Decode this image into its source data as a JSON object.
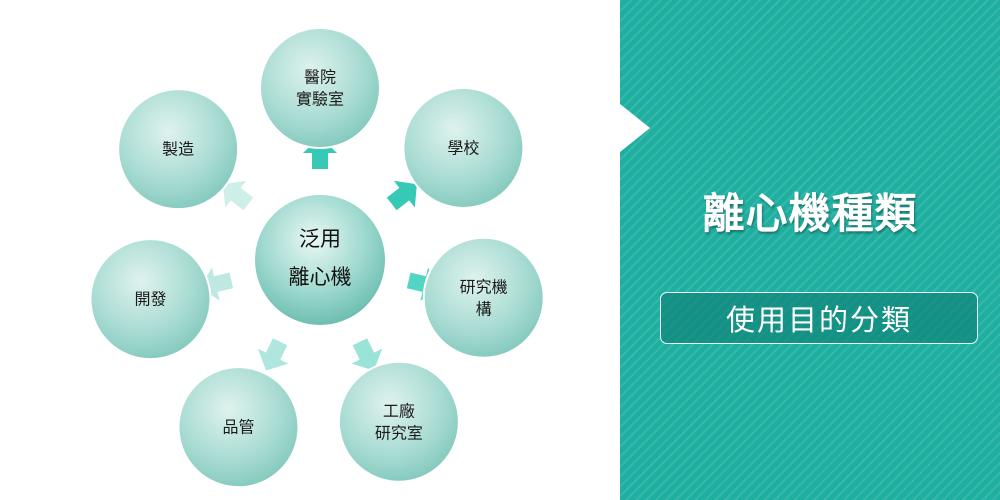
{
  "diagram": {
    "center": {
      "lines": [
        "泛用",
        "離心機"
      ]
    },
    "nodes": [
      {
        "id": "hospital-lab",
        "lines": [
          "醫院",
          "實驗室"
        ]
      },
      {
        "id": "school",
        "lines": [
          "學校"
        ]
      },
      {
        "id": "research-institute",
        "lines": [
          "研究機",
          "構"
        ]
      },
      {
        "id": "factory-lab",
        "lines": [
          "工廠",
          "研究室"
        ]
      },
      {
        "id": "quality-control",
        "lines": [
          "品管"
        ]
      },
      {
        "id": "development",
        "lines": [
          "開發"
        ]
      },
      {
        "id": "manufacturing",
        "lines": [
          "製造"
        ]
      }
    ]
  },
  "panel": {
    "title": "離心機種類",
    "subtitle": "使用目的分類"
  },
  "colors": {
    "panel": "#1fafa0",
    "node_fill": "#8fd0c6",
    "node_stroke": "#ffffff",
    "arrow_near": "#1fc3ae",
    "arrow_far": "#b7e6de"
  }
}
